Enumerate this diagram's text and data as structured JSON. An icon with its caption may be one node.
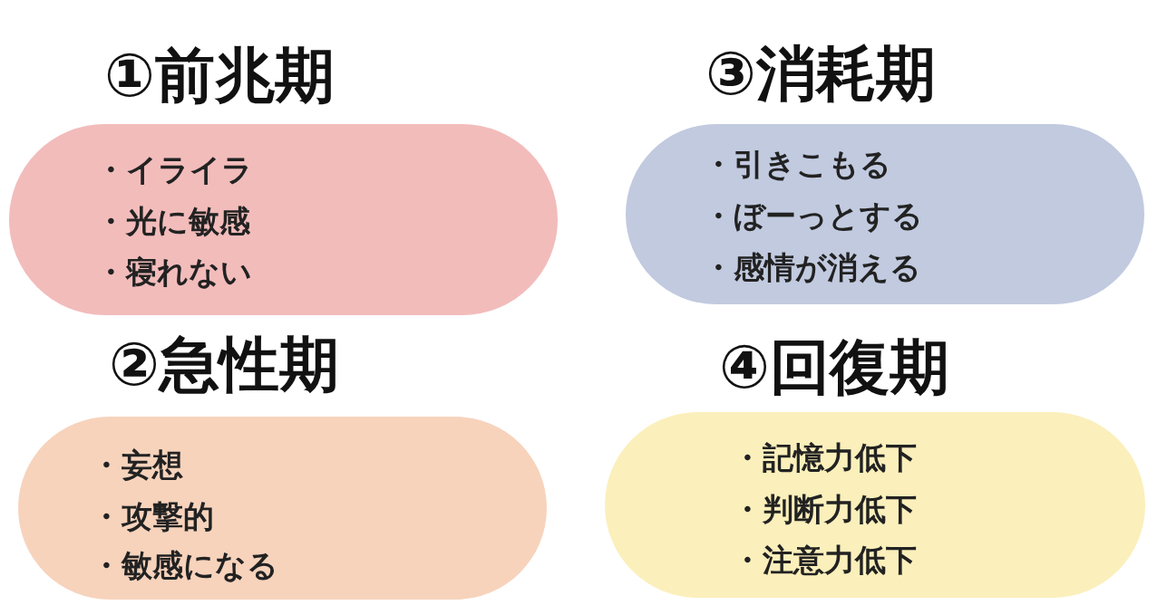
{
  "diagram": {
    "nodes": [
      {
        "text": [
          "①前兆期",
          "・イライラ",
          "・光に敏感",
          "・寝れない"
        ]
      },
      {
        "text": [
          "②急性期",
          "・妄想",
          "・攻撃的",
          "・敏感になる"
        ]
      },
      {
        "text": [
          "③消耗期",
          "・引きこもる",
          "・ぼーっとする",
          "・感情が消える"
        ]
      },
      {
        "text": [
          "④回復期",
          "・記憶力低下",
          "・判断力低下",
          "・注意力低下"
        ]
      }
    ]
  }
}
